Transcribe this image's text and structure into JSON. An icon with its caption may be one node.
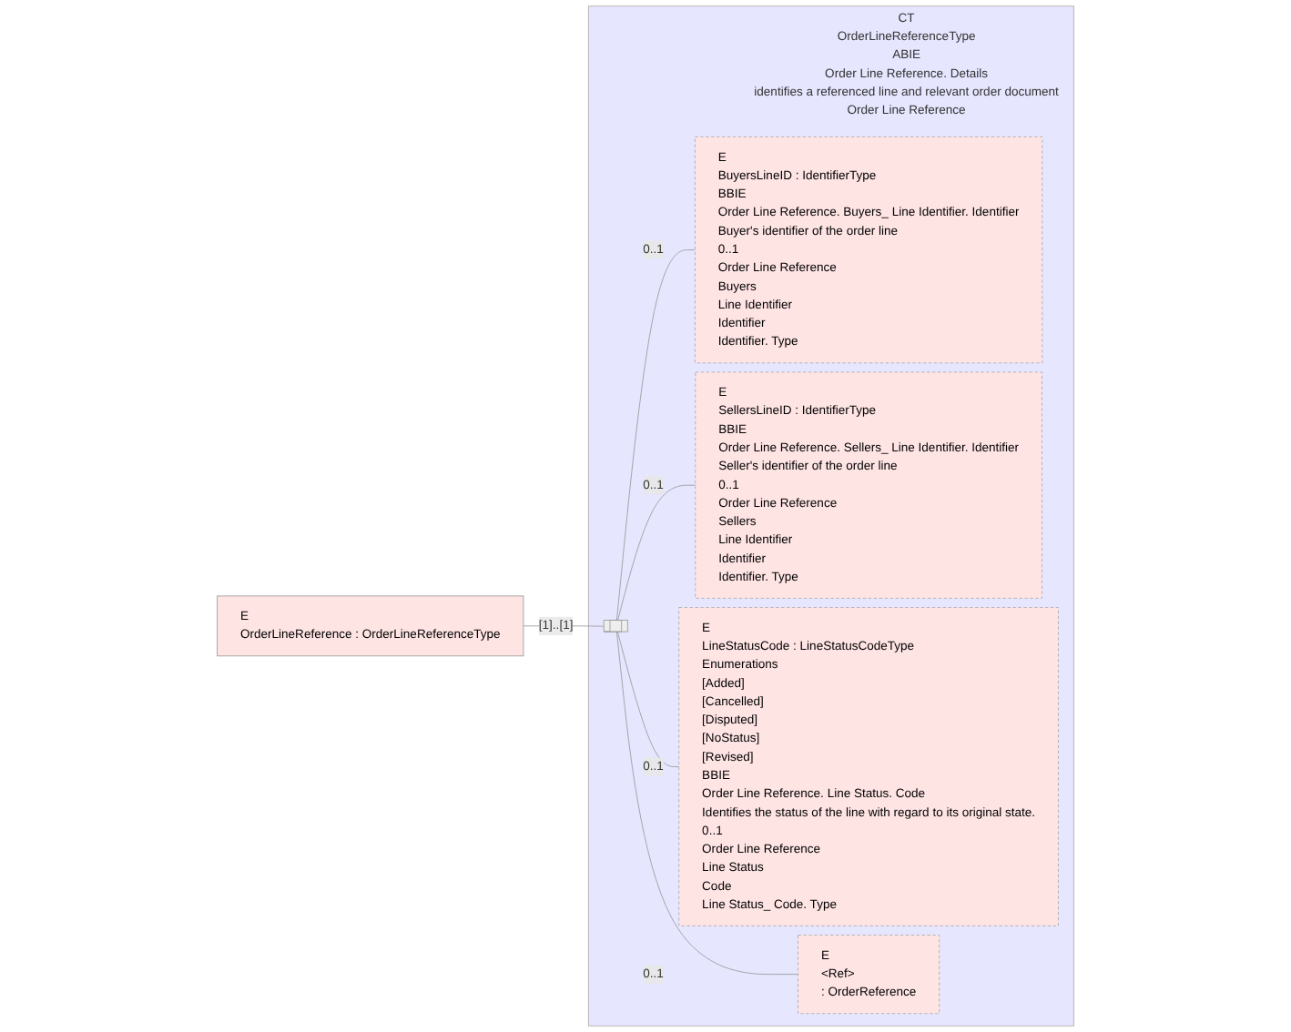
{
  "diagram": {
    "nodes": [
      {
        "text": [
          "E",
          "OrderLineReference : OrderLineReferenceType"
        ]
      },
      {
        "text": [
          "CT",
          "OrderLineReferenceType",
          "ABIE",
          "Order Line Reference. Details",
          "identifies a referenced line and relevant order document",
          "Order Line Reference"
        ]
      },
      {
        "text": [],
        "shape": "bar",
        "in": 1
      },
      {
        "text": [
          "E",
          "BuyersLineID : IdentifierType",
          "BBIE",
          "Order Line Reference. Buyers_ Line Identifier. Identifier",
          "Buyer's identifier of the order line",
          "0..1",
          "Order Line Reference",
          "Buyers",
          "Line Identifier",
          "Identifier",
          "Identifier. Type"
        ],
        "in": 1
      },
      {
        "text": [
          "E",
          "SellersLineID : IdentifierType",
          "BBIE",
          "Order Line Reference. Sellers_ Line Identifier. Identifier",
          "Seller's identifier of the order line",
          "0..1",
          "Order Line Reference",
          "Sellers",
          "Line Identifier",
          "Identifier",
          "Identifier. Type"
        ],
        "in": 1
      },
      {
        "text": [
          "E",
          "LineStatusCode : LineStatusCodeType",
          "Enumerations",
          "[Added]",
          "[Cancelled]",
          "[Disputed]",
          "[NoStatus]",
          "[Revised]",
          "BBIE",
          "Order Line Reference. Line Status. Code",
          "Identifies the status of the line with regard to its original state.",
          "0..1",
          "Order Line Reference",
          "Line Status",
          "Code",
          "Line Status_ Code. Type"
        ],
        "in": 1
      },
      {
        "text": [
          "E",
          "<Ref>",
          ": OrderReference"
        ],
        "in": 1
      }
    ],
    "edges": [
      {
        "from": 0,
        "to": 2,
        "arrow": "none",
        "label": "[1]..[1]"
      },
      {
        "from": 2,
        "to": 3,
        "arrow": "none",
        "label": "0..1"
      },
      {
        "from": 2,
        "to": 4,
        "arrow": "none",
        "label": "0..1"
      },
      {
        "from": 2,
        "to": 5,
        "arrow": "none",
        "label": "0..1"
      },
      {
        "from": 2,
        "to": 6,
        "arrow": "none",
        "label": "0..1"
      }
    ]
  }
}
